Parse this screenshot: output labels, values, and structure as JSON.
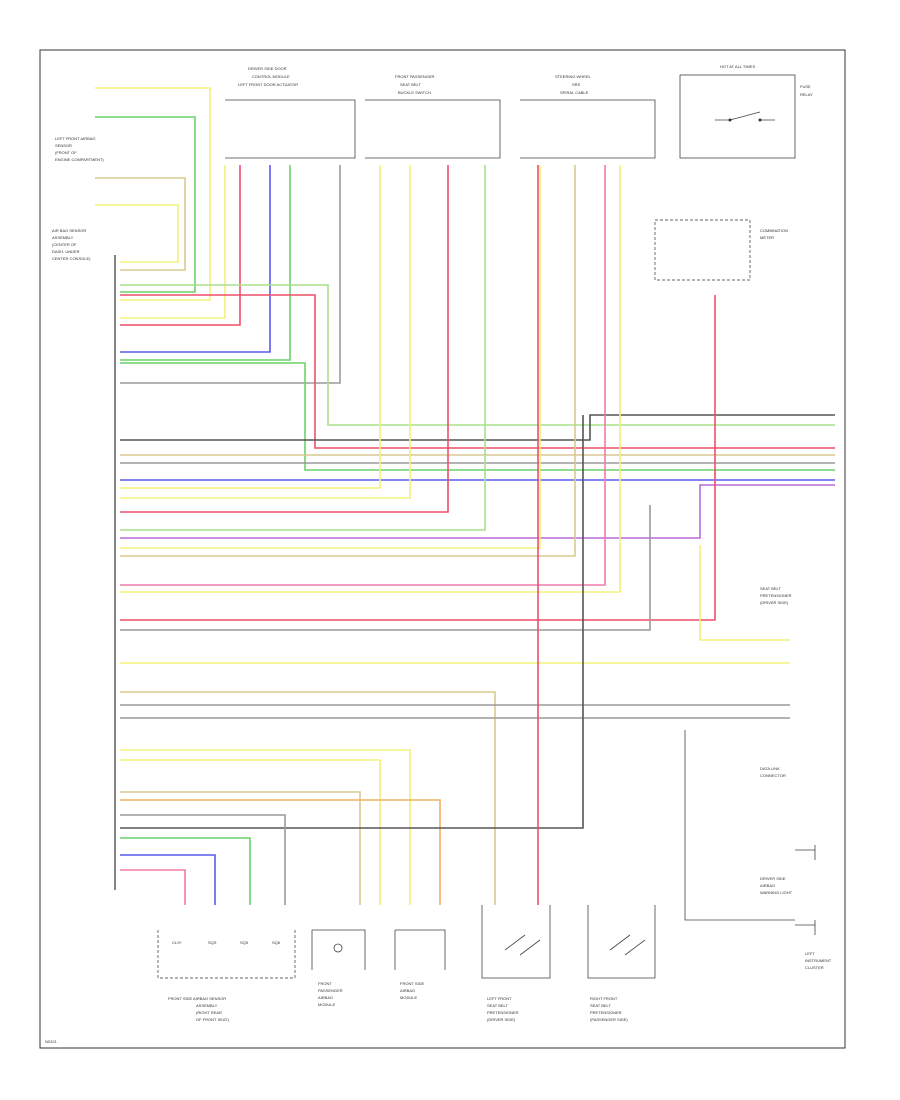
{
  "page_number": "N0321",
  "top_components": [
    {
      "id": "c1",
      "label": [
        "DRIVER SIDE DOOR",
        "CONTROL MODULE",
        "LEFT FRONT DOOR ACTUATOR"
      ]
    },
    {
      "id": "c2",
      "label": [
        "FRONT PASSENGER",
        "SEAT BELT",
        "BUCKLE SWITCH"
      ]
    },
    {
      "id": "c3",
      "label": [
        "STEERING WHEEL",
        "SRS",
        "SPIRAL CABLE"
      ]
    },
    {
      "id": "c4",
      "label": [
        "HOT AT ALL TIMES",
        "FUSE",
        "RELAY"
      ]
    }
  ],
  "left_module": {
    "label": [
      "AIR BAG SENSOR",
      "ASSEMBLY",
      "(CENTER OF",
      "DASH, UNDER",
      "CENTER CONSOLE)"
    ]
  },
  "left_top_labels": [
    "LEFT FRONT AIRBAG",
    "SENSOR",
    "(FRONT OF",
    "ENGINE COMPARTMENT)"
  ],
  "right_labels": [
    [
      "COMBINATION",
      "METER"
    ],
    [
      "SEAT BELT",
      "PRETENSIONER",
      "(DRIVER SIDE)"
    ],
    [
      "DATA LINK",
      "CONNECTOR"
    ],
    [
      "DRIVER SIDE",
      "AIRBAG",
      "WARNING LIGHT"
    ],
    [
      "LEFT",
      "INSTRUMENT",
      "CLUSTER"
    ]
  ],
  "bottom_components": [
    {
      "id": "b1",
      "label": [
        "FRONT SIDE AIRBAG SENSOR",
        "ASSEMBLY",
        "(RIGHT REAR",
        "OF FRONT SEAT)"
      ]
    },
    {
      "id": "b2",
      "label": [
        "FRONT",
        "PASSENGER",
        "AIRBAG",
        "MODULE"
      ]
    },
    {
      "id": "b3",
      "label": [
        "FRONT SIDE",
        "AIRBAG",
        "MODULE"
      ]
    },
    {
      "id": "b4",
      "label": [
        "LEFT FRONT",
        "SEAT BELT",
        "PRETENSIONER",
        "(DRIVER SIDE)"
      ]
    },
    {
      "id": "b5",
      "label": [
        "RIGHT FRONT",
        "SEAT BELT",
        "PRETENSIONER",
        "(PASSENGER SIDE)"
      ]
    }
  ],
  "bottom_pin_labels": [
    "CLS+",
    "SQS",
    "SQ5",
    "SQ6"
  ],
  "colors": {
    "yellow": "#f2f27a",
    "green": "#6ad46a",
    "light_green": "#a8e08a",
    "red": "#ee4f6a",
    "pink": "#f07aa8",
    "blue": "#5a5aee",
    "purple": "#b86ad8",
    "magenta": "#d84fc8",
    "gray": "#9a9a9a",
    "dark_gray": "#555555",
    "orange": "#f0b060",
    "tan": "#d8c890",
    "frame": "#333333"
  }
}
